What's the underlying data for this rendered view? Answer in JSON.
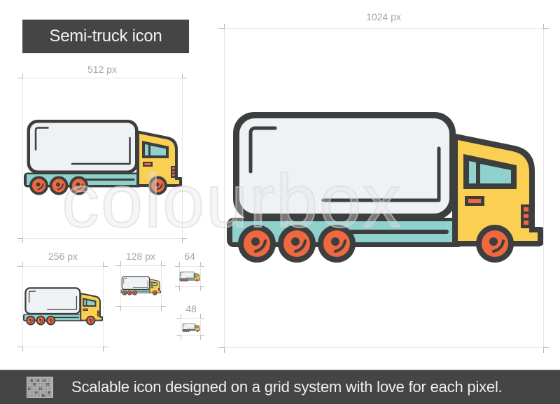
{
  "title": "Semi-truck icon",
  "sizes": [
    {
      "label": "1024 px",
      "key": "s1024"
    },
    {
      "label": "512 px",
      "key": "s512"
    },
    {
      "label": "256 px",
      "key": "s256"
    },
    {
      "label": "128 px",
      "key": "s128"
    },
    {
      "label": "64",
      "key": "s64"
    },
    {
      "label": "48",
      "key": "s48"
    }
  ],
  "watermark": "colourbox",
  "footer": {
    "text": "Scalable icon designed on a grid system with love for each pixel.",
    "icon": "pixel-grid-icon"
  },
  "colors": {
    "title_bg": "#444544",
    "outline": "#3d3f3f",
    "box_fill": "#eef2f4",
    "chassis_teal": "#8fd1cd",
    "cab_yellow": "#fbcf51",
    "wheel_orange": "#f0683f",
    "dim_line": "#e6e6e6",
    "dim_text": "#a5a5a5",
    "footer_bg": "#444544"
  }
}
